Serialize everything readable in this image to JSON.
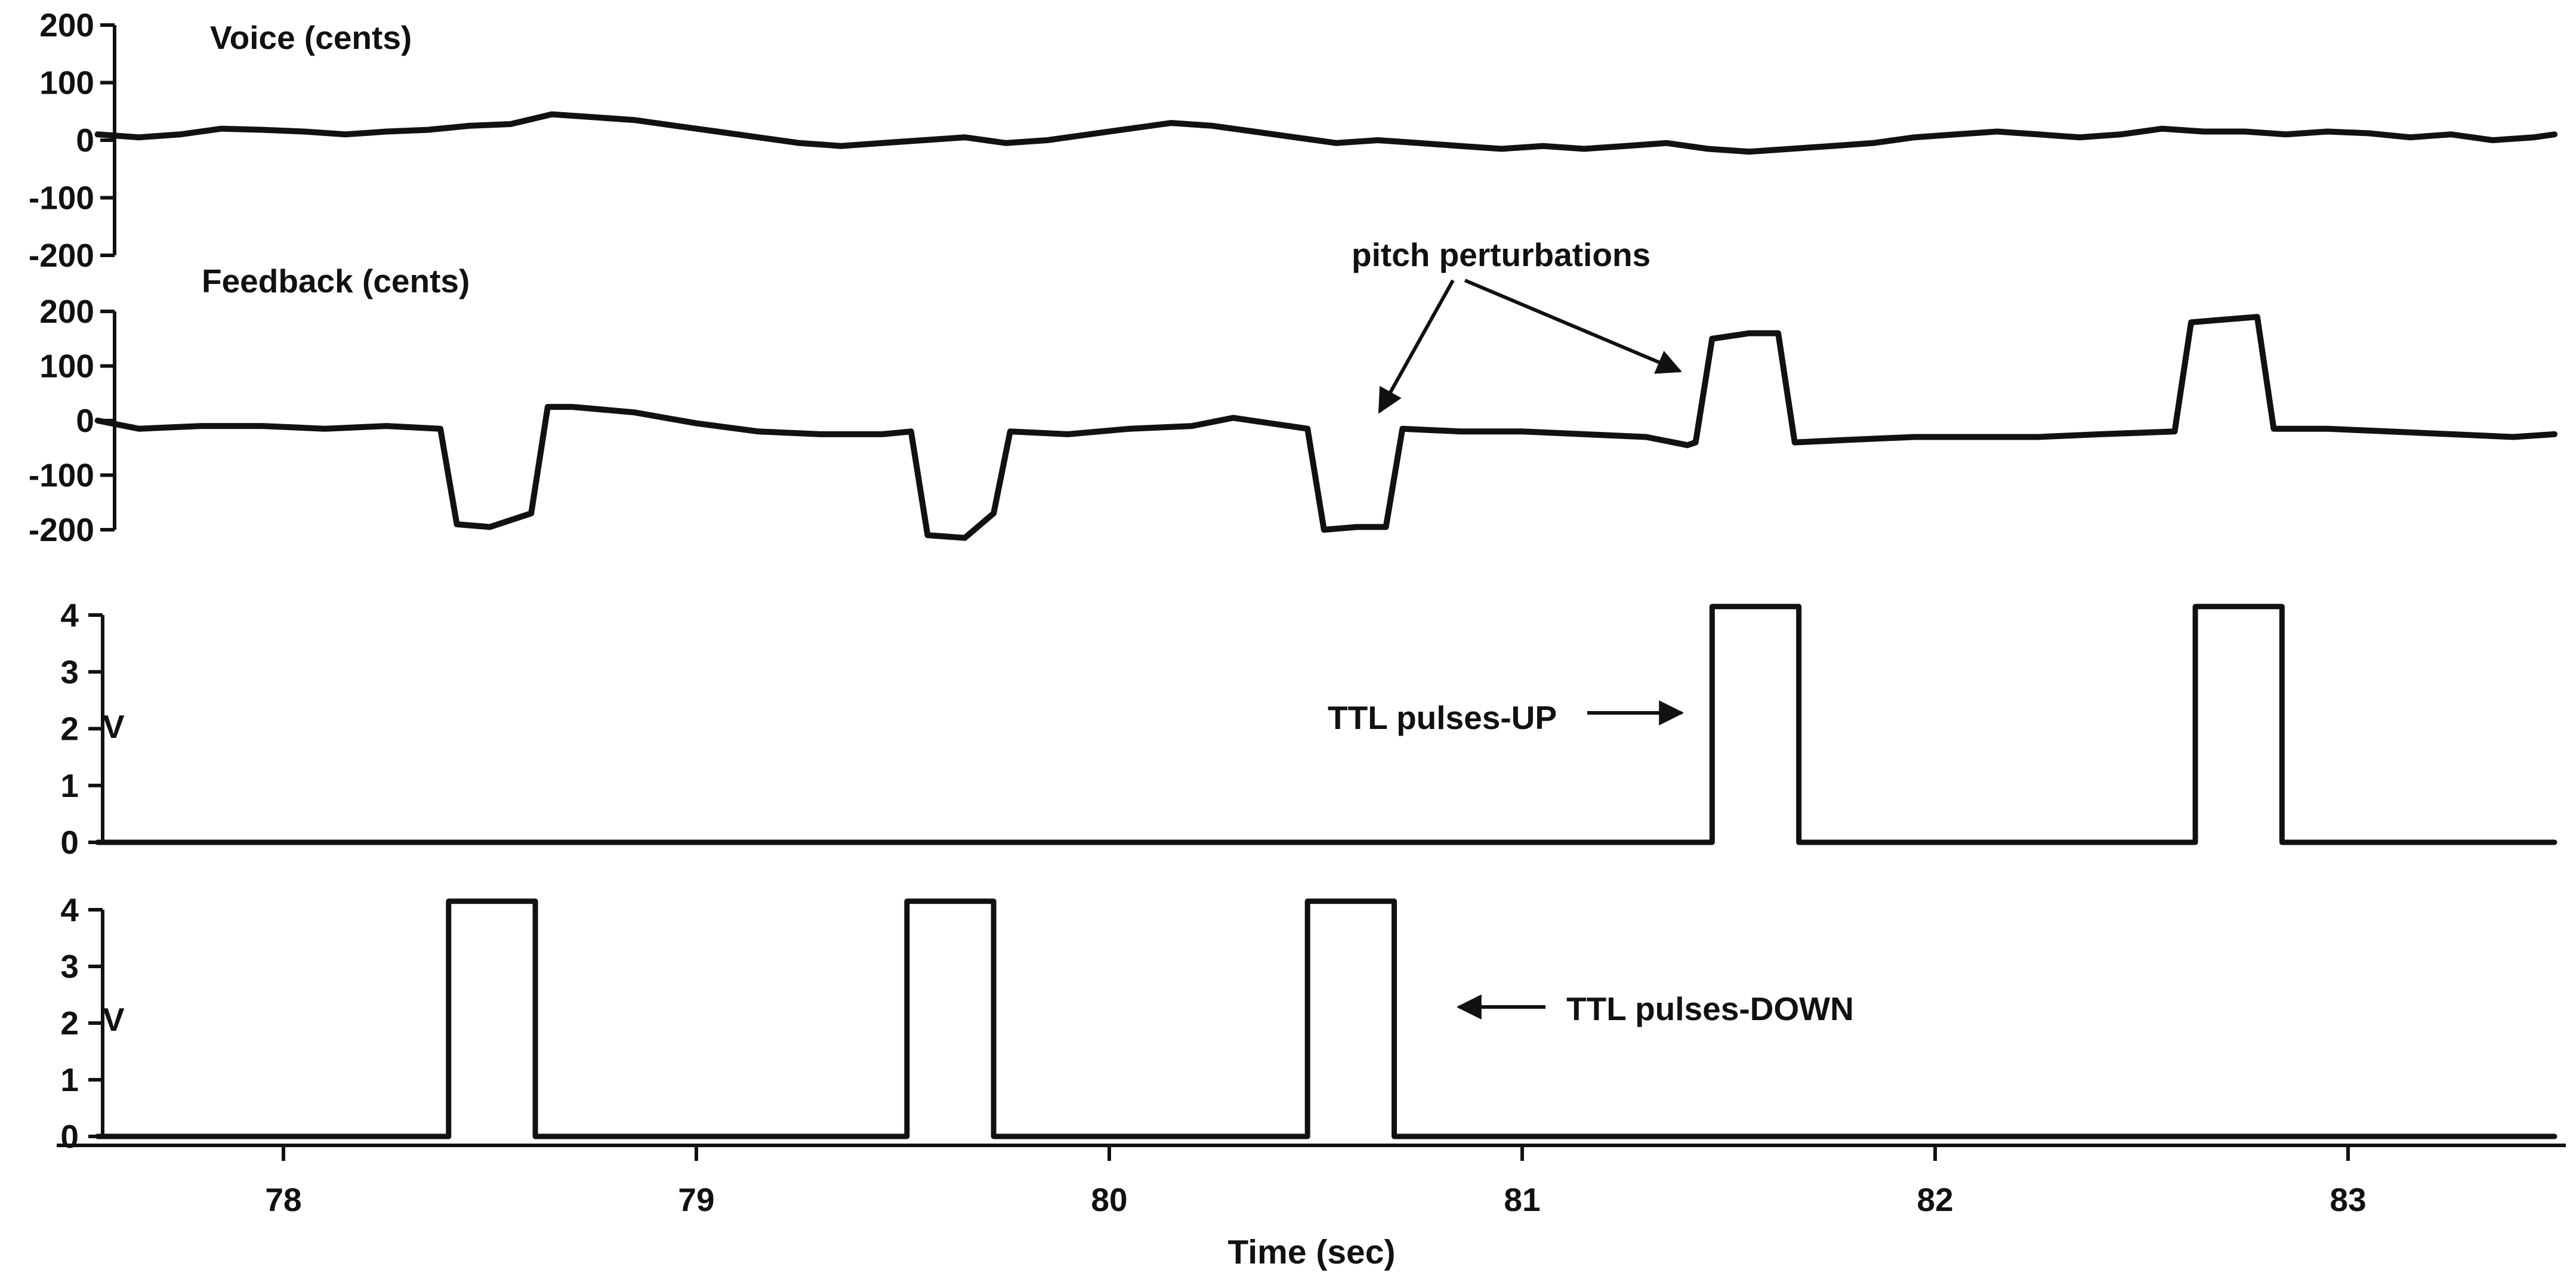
{
  "chart_data": [
    {
      "type": "line",
      "panel_label": "Voice (cents)",
      "ylim": [
        -200,
        200
      ],
      "y_ticks": [
        "200",
        "100",
        "0",
        "-100",
        "-200"
      ],
      "series": [
        {
          "x": [
            77.55,
            77.65,
            77.75,
            77.85,
            77.95,
            78.05,
            78.15,
            78.25,
            78.35,
            78.45,
            78.55,
            78.65,
            78.75,
            78.85,
            78.95,
            79.05,
            79.15,
            79.25,
            79.35,
            79.45,
            79.55,
            79.65,
            79.75,
            79.85,
            79.95,
            80.05,
            80.15,
            80.25,
            80.35,
            80.45,
            80.55,
            80.65,
            80.75,
            80.85,
            80.95,
            81.05,
            81.15,
            81.25,
            81.35,
            81.45,
            81.55,
            81.65,
            81.75,
            81.85,
            81.95,
            82.05,
            82.15,
            82.25,
            82.35,
            82.45,
            82.55,
            82.65,
            82.75,
            82.85,
            82.95,
            83.05,
            83.15,
            83.25,
            83.35,
            83.45,
            83.5
          ],
          "values": [
            10,
            5,
            10,
            20,
            18,
            15,
            10,
            15,
            18,
            25,
            28,
            45,
            40,
            35,
            25,
            15,
            5,
            -5,
            -10,
            -5,
            0,
            5,
            -5,
            0,
            10,
            20,
            30,
            25,
            15,
            5,
            -5,
            0,
            -5,
            -10,
            -15,
            -10,
            -15,
            -10,
            -5,
            -15,
            -20,
            -15,
            -10,
            -5,
            5,
            10,
            15,
            10,
            5,
            10,
            20,
            15,
            15,
            10,
            15,
            12,
            5,
            10,
            0,
            5,
            10
          ]
        }
      ]
    },
    {
      "type": "line",
      "panel_label": "Feedback (cents)",
      "ylim": [
        -200,
        200
      ],
      "y_ticks": [
        "200",
        "100",
        "0",
        "-100",
        "-200"
      ],
      "annotation": "pitch perturbations",
      "series": [
        {
          "x": [
            77.55,
            77.65,
            77.8,
            77.95,
            78.1,
            78.25,
            78.38,
            78.42,
            78.5,
            78.6,
            78.64,
            78.7,
            78.85,
            79.0,
            79.15,
            79.3,
            79.45,
            79.52,
            79.56,
            79.65,
            79.72,
            79.76,
            79.9,
            80.05,
            80.2,
            80.3,
            80.48,
            80.52,
            80.6,
            80.67,
            80.71,
            80.85,
            81.0,
            81.15,
            81.3,
            81.4,
            81.42,
            81.46,
            81.55,
            81.62,
            81.66,
            81.8,
            81.95,
            82.1,
            82.25,
            82.4,
            82.58,
            82.62,
            82.7,
            82.78,
            82.82,
            82.95,
            83.1,
            83.25,
            83.4,
            83.5
          ],
          "values": [
            0,
            -15,
            -10,
            -10,
            -15,
            -10,
            -15,
            -190,
            -195,
            -170,
            25,
            25,
            15,
            -5,
            -20,
            -25,
            -25,
            -20,
            -210,
            -215,
            -170,
            -20,
            -25,
            -15,
            -10,
            5,
            -15,
            -200,
            -195,
            -195,
            -15,
            -20,
            -20,
            -25,
            -30,
            -45,
            -40,
            150,
            160,
            160,
            -40,
            -35,
            -30,
            -30,
            -30,
            -25,
            -20,
            180,
            185,
            190,
            -15,
            -15,
            -20,
            -25,
            -30,
            -25
          ]
        }
      ]
    },
    {
      "type": "line",
      "panel_label": "TTL pulses-UP",
      "ylabel": "V",
      "ylim": [
        0,
        4.2
      ],
      "y_ticks": [
        "4",
        "3",
        "2",
        "1",
        "0"
      ],
      "series": [
        {
          "x": [
            77.55,
            81.46,
            81.46,
            81.67,
            81.67,
            82.63,
            82.63,
            82.84,
            82.84,
            83.5
          ],
          "values": [
            0,
            0,
            4.15,
            4.15,
            0,
            0,
            4.15,
            4.15,
            0,
            0
          ]
        }
      ]
    },
    {
      "type": "line",
      "panel_label": "TTL pulses-DOWN",
      "ylabel": "V",
      "ylim": [
        0,
        4.2
      ],
      "y_ticks": [
        "4",
        "3",
        "2",
        "1",
        "0"
      ],
      "xlabel": "Time (sec)",
      "x_ticks": [
        "78",
        "79",
        "80",
        "81",
        "82",
        "83"
      ],
      "xlim": [
        77.55,
        83.5
      ],
      "series": [
        {
          "x": [
            77.55,
            78.4,
            78.4,
            78.61,
            78.61,
            79.51,
            79.51,
            79.72,
            79.72,
            80.48,
            80.48,
            80.69,
            80.69,
            83.5
          ],
          "values": [
            0,
            0,
            4.15,
            4.15,
            0,
            0,
            4.15,
            4.15,
            0,
            0,
            4.15,
            4.15,
            0,
            0
          ]
        }
      ]
    }
  ],
  "style": {
    "line_color": "#111111"
  }
}
